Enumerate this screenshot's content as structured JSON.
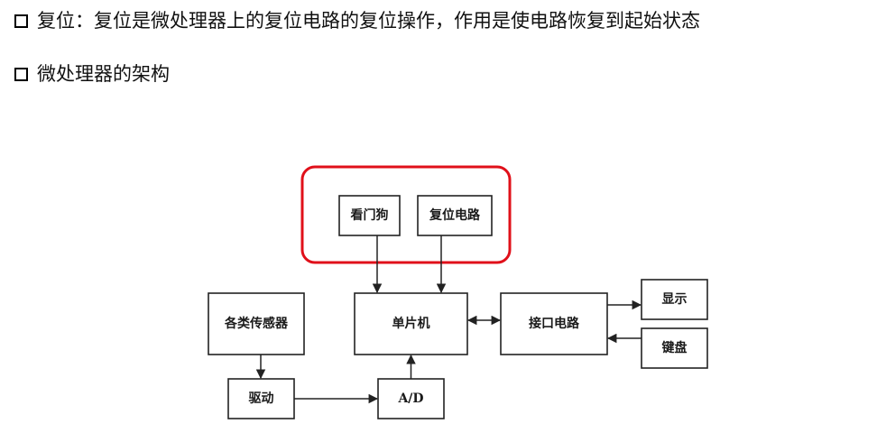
{
  "bullets": [
    {
      "icon": "square-bullet-icon",
      "text": "复位：复位是微处理器上的复位电路的复位操作，作用是使电路恢复到起始状态"
    },
    {
      "icon": "square-bullet-icon",
      "text": "微处理器的架构"
    }
  ],
  "diagram": {
    "nodes": {
      "watchdog": "看门狗",
      "reset_circuit": "复位电路",
      "sensors": "各类传感器",
      "mcu": "单片机",
      "interface": "接口电路",
      "display": "显示",
      "keyboard": "键盘",
      "driver": "驱动",
      "adc": "A/D"
    },
    "highlight_color": "#e0101a"
  }
}
